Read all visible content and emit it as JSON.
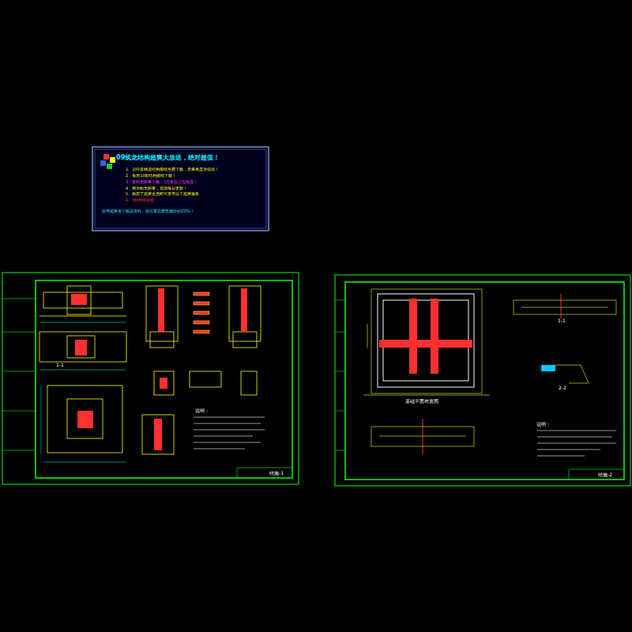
{
  "diagram": {
    "nodes": [
      {
        "text": [
          "09筑龙结构超爽大放送，绝对超值！",
          "1、100套精选结构图纸免费下载，质量真是没得说！",
          "2、每周10套结构图纸下载！",
          "3、资料无限量下载，1万套以上任你选！",
          "4、精华帖无限量，资源每日更新！",
          "5、购买了超爽会员即可享受以下超爽服务",
          "6、QQ在线答疑",
          "使用超爽者下载该资料，您仅需花费普通价的20%！"
        ]
      }
    ],
    "labels": [
      "1-1",
      "说明：",
      "结施-1",
      "基础平面布置图",
      "说明：",
      "结施-2",
      "1-1",
      "2-2"
    ]
  }
}
